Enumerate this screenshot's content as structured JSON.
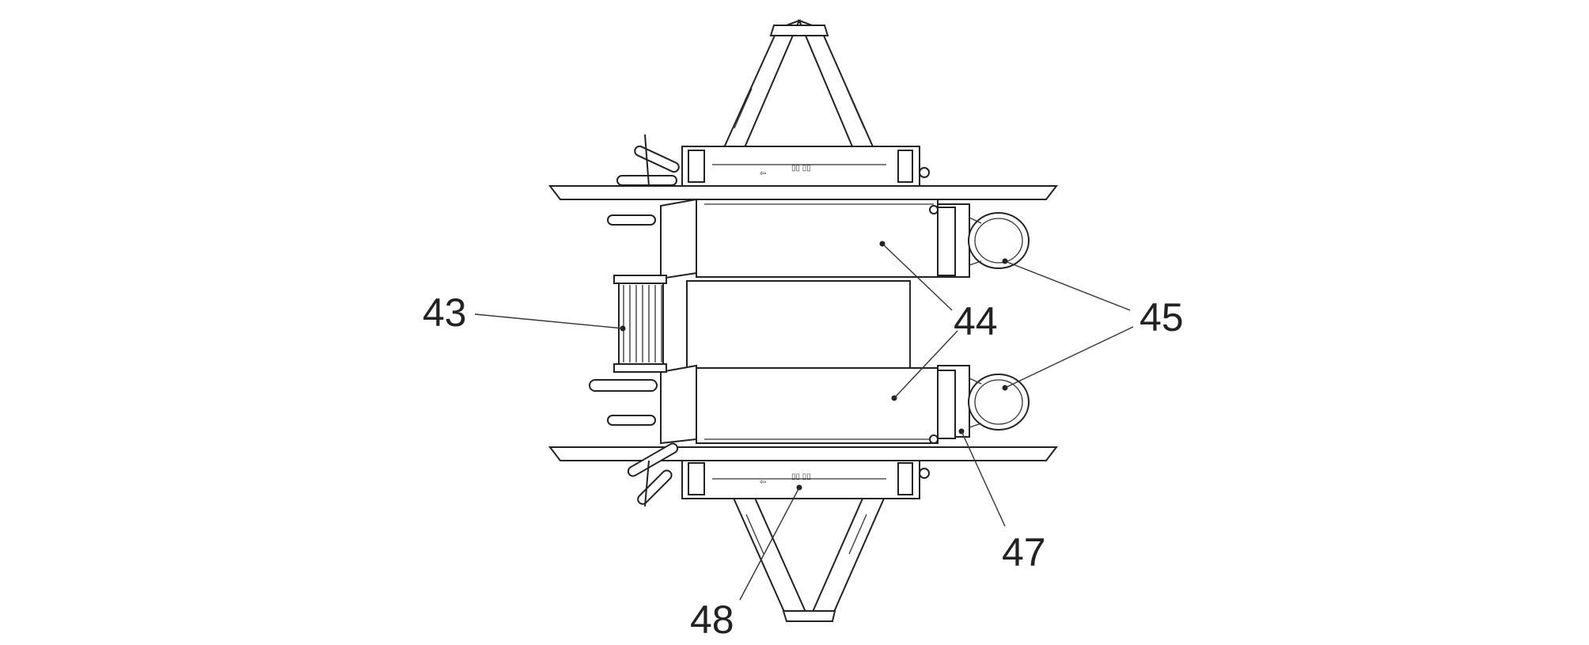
{
  "callouts": {
    "c43": "43",
    "c44": "44",
    "c45": "45",
    "c47": "47",
    "c48": "48"
  },
  "colors": {
    "line": "#222222",
    "background": "#ffffff"
  }
}
